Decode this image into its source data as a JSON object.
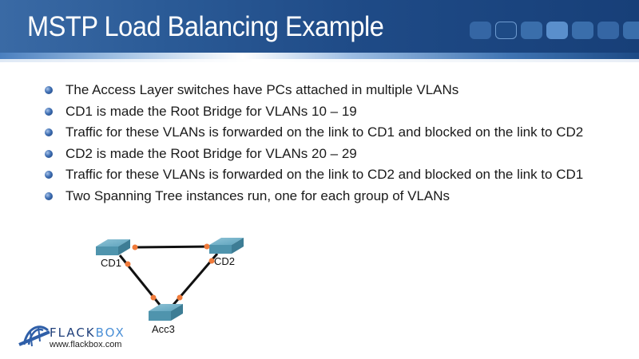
{
  "header": {
    "title": "MSTP Load Balancing Example"
  },
  "bullets": [
    "The Access Layer switches have PCs attached in multiple VLANs",
    "CD1 is made the Root Bridge for VLANs 10 – 19",
    "Traffic for these VLANs is forwarded on the link to CD1 and blocked on the link to CD2",
    "CD2 is made the Root Bridge for VLANs 20 – 29",
    "Traffic for these VLANs is forwarded on the link to CD2 and blocked on the link to CD1",
    "Two Spanning Tree instances run, one for each group of VLANs"
  ],
  "diagram": {
    "switches": [
      {
        "label": "CD1",
        "icon": "switch-icon"
      },
      {
        "label": "CD2",
        "icon": "switch-icon"
      },
      {
        "label": "Acc3",
        "icon": "switch-icon"
      }
    ],
    "links": [
      {
        "from": "CD1",
        "to": "CD2"
      },
      {
        "from": "CD1",
        "to": "Acc3"
      },
      {
        "from": "CD2",
        "to": "Acc3"
      }
    ],
    "port_color": "#f07a3a",
    "link_color": "#111111"
  },
  "logo": {
    "name_part1": "FLACK",
    "name_part2": "BOX",
    "url": "www.flackbox.com",
    "icon": "bridge-logo-icon"
  },
  "colors": {
    "header_blue": "#1f4b87",
    "accent_blue": "#4a8fd6",
    "switch_teal": "#5ea3bd"
  }
}
